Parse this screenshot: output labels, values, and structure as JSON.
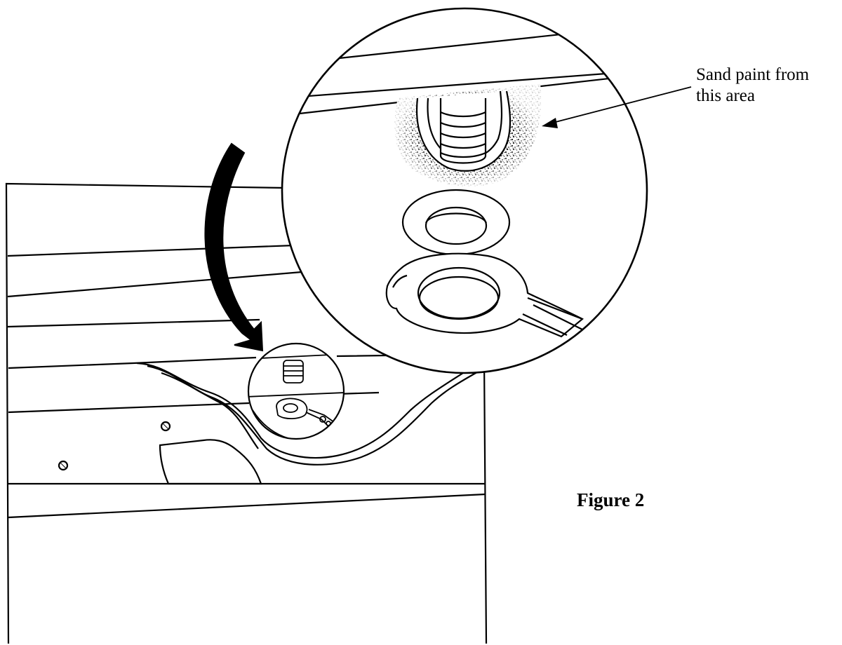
{
  "callout": {
    "line1": "Sand paint from",
    "line2": "this area"
  },
  "figure": {
    "label": "Figure 2"
  }
}
